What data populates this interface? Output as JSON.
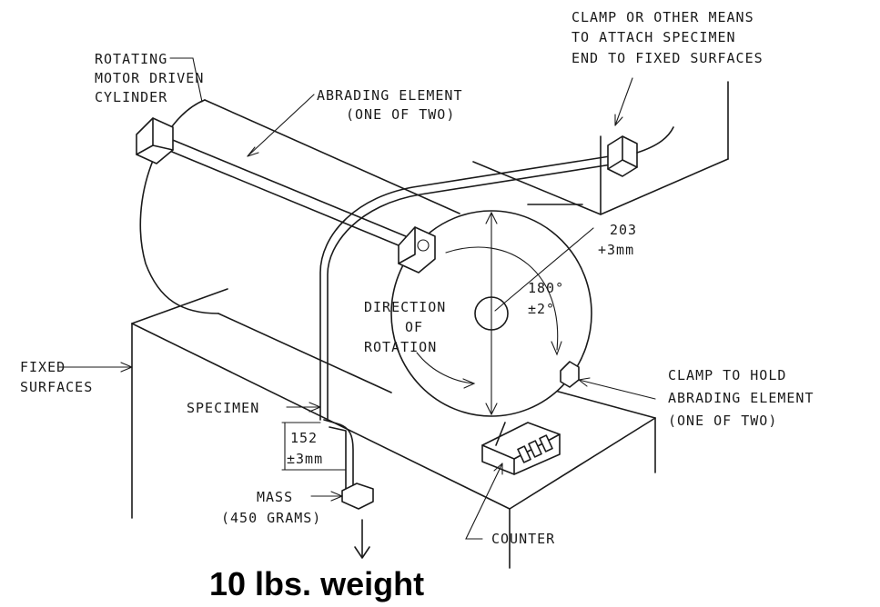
{
  "labels": {
    "rotating_cylinder": [
      "ROTATING",
      "MOTOR DRIVEN",
      "CYLINDER"
    ],
    "abrading_element": [
      "ABRADING ELEMENT",
      "(ONE OF TWO)"
    ],
    "clamp_specimen": [
      "CLAMP OR OTHER MEANS",
      "TO ATTACH SPECIMEN",
      "END TO FIXED SURFACES"
    ],
    "diameter": [
      "203",
      "+3mm"
    ],
    "angle": [
      "180°",
      "±2°"
    ],
    "direction": [
      "DIRECTION",
      "OF",
      "ROTATION"
    ],
    "fixed_surfaces": [
      "FIXED",
      "SURFACES"
    ],
    "specimen": "SPECIMEN",
    "length": [
      "152",
      "±3mm"
    ],
    "clamp_abrading": [
      "CLAMP TO HOLD",
      "ABRADING ELEMENT",
      "(ONE OF TWO)"
    ],
    "mass": [
      "MASS",
      "(450 GRAMS)"
    ],
    "counter": "COUNTER",
    "weight_note": "10 lbs. weight"
  }
}
